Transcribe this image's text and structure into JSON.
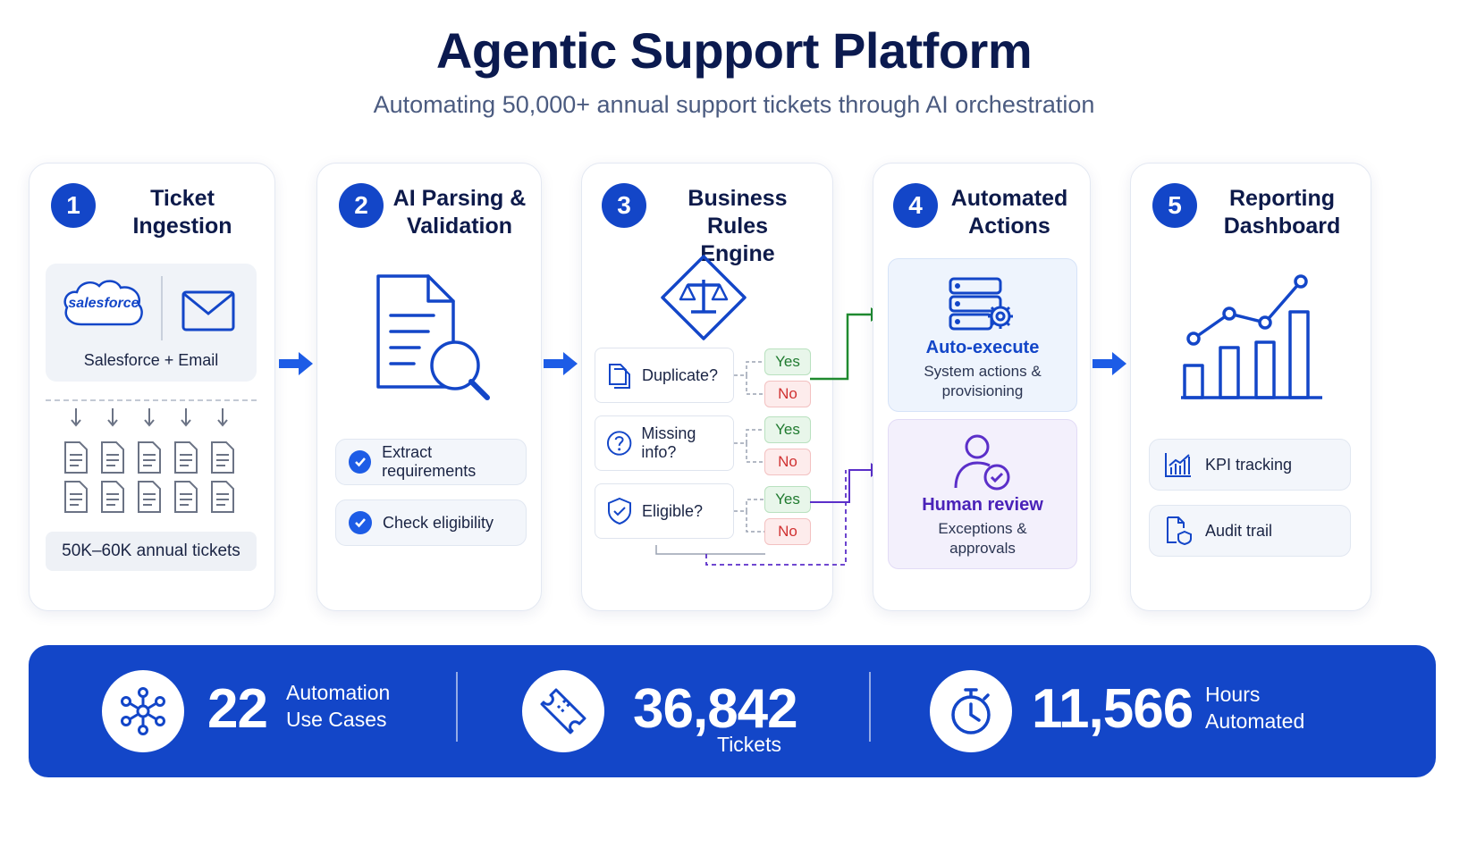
{
  "title": "Agentic Support Platform",
  "subtitle": "Automating 50,000+ annual support tickets through AI orchestration",
  "steps": [
    {
      "number": "1",
      "title_line1": "Ticket",
      "title_line2": "Ingestion",
      "source_logo_text": "salesforce",
      "source_label": "Salesforce + Email",
      "volume_label": "50K–60K annual tickets"
    },
    {
      "number": "2",
      "title_line1": "AI Parsing &",
      "title_line2": "Validation",
      "checks": [
        "Extract requirements",
        "Check eligibility"
      ]
    },
    {
      "number": "3",
      "title_line1": "Business Rules",
      "title_line2": "Engine",
      "rules": [
        "Duplicate?",
        "Missing info?",
        "Eligible?"
      ],
      "yes_label": "Yes",
      "no_label": "No"
    },
    {
      "number": "4",
      "title_line1": "Automated",
      "title_line2": "Actions",
      "auto": {
        "label": "Auto-execute",
        "desc_line1": "System actions &",
        "desc_line2": "provisioning"
      },
      "human": {
        "label": "Human review",
        "desc_line1": "Exceptions &",
        "desc_line2": "approvals"
      }
    },
    {
      "number": "5",
      "title_line1": "Reporting",
      "title_line2": "Dashboard",
      "items": [
        "KPI tracking",
        "Audit trail"
      ]
    }
  ],
  "stats": [
    {
      "value": "22",
      "label_line1": "Automation",
      "label_line2": "Use Cases",
      "icon": "network-icon"
    },
    {
      "value": "36,842",
      "label_line1": "Tickets",
      "icon": "ticket-icon"
    },
    {
      "value": "11,566",
      "label_line1": "Hours",
      "label_line2": "Automated",
      "icon": "stopwatch-icon"
    }
  ],
  "colors": {
    "primary": "#1346c8",
    "navy": "#0b1a4f",
    "green": "#1f8a2f",
    "purple": "#5b2fc9",
    "no_red": "#d03131"
  }
}
